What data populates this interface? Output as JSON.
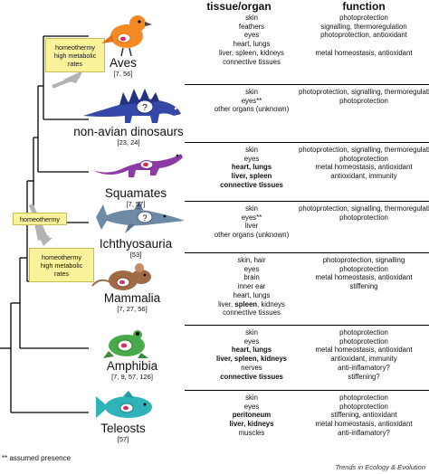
{
  "headers": {
    "tissue": "tissue/organ",
    "function": "function"
  },
  "boxes": {
    "box1": [
      "homeothermy",
      "high metabolic",
      "rates"
    ],
    "box2": [
      "homeothermy"
    ],
    "box3": [
      "homeothermy",
      "high metabolic",
      "rates"
    ]
  },
  "taxa": [
    {
      "name": "Aves",
      "ref": "[7, 56]"
    },
    {
      "name": "non-avian dinosaurs",
      "ref": "[23, 24]"
    },
    {
      "name": "Squamates",
      "ref": "[7, 57]"
    },
    {
      "name": "Ichthyosauria",
      "ref": "[53]"
    },
    {
      "name": "Mammalia",
      "ref": "[7, 27, 56]"
    },
    {
      "name": "Amphibia",
      "ref": "[7, 9, 57, 126]"
    },
    {
      "name": "Teleosts",
      "ref": "[57]"
    }
  ],
  "rows": [
    {
      "lines": [
        {
          "t": "skin",
          "f": "photoprotection"
        },
        {
          "t": "feathers",
          "f": "signalling, thermoregulation"
        },
        {
          "t": "eyes",
          "f": "photoprotection, antioxidant"
        },
        {
          "t": "heart, lungs",
          "f": ""
        },
        {
          "t": "liver, spleen, kidneys",
          "f": "metal homeostasis, antioxidant"
        },
        {
          "t": "connective tissues",
          "f": ""
        }
      ]
    },
    {
      "lines": [
        {
          "t": "skin",
          "f": "photoprotection, signalling, thermoregulation"
        },
        {
          "t": "eyes**",
          "f": "photoprotection"
        },
        {
          "t": "other organs (unknown)",
          "f": ""
        }
      ]
    },
    {
      "lines": [
        {
          "t": "skin",
          "f": "photoprotection, signalling, thermoregulation"
        },
        {
          "t": "eyes",
          "f": "photoprotection"
        },
        {
          "t": "heart, lungs",
          "f": "metal homeostasis, antioxidant",
          "bold": true
        },
        {
          "t": "liver, spleen",
          "f": "antioxidant, immunity",
          "bold": true
        },
        {
          "t": "connective tissues",
          "f": "",
          "bold": true
        }
      ]
    },
    {
      "lines": [
        {
          "t": "skin",
          "f": "photoprotection, signalling, thermoregulation"
        },
        {
          "t": "eyes**",
          "f": "photoprotection"
        },
        {
          "t": "liver",
          "f": ""
        },
        {
          "t": "other organs (unknown)",
          "f": ""
        }
      ]
    },
    {
      "lines": [
        {
          "t": "skin, hair",
          "f": "photoprotection, signalling"
        },
        {
          "t": "eyes",
          "f": "photoprotection"
        },
        {
          "t": "brain",
          "f": "metal homeostasis, antioxidant"
        },
        {
          "t": "inner ear",
          "f": "stiffening"
        },
        {
          "t": "heart, lungs",
          "f": ""
        },
        {
          "t": "liver, spleen, kidneys",
          "f": "",
          "boldWord": "spleen"
        },
        {
          "t": "connective tissues",
          "f": ""
        }
      ]
    },
    {
      "lines": [
        {
          "t": "skin",
          "f": "photoprotection"
        },
        {
          "t": "eyes",
          "f": "photoprotection"
        },
        {
          "t": "heart, lungs",
          "f": "metal homeostasis, antioxidant",
          "bold": true
        },
        {
          "t": "liver, spleen, kidneys",
          "f": "antioxidant, immunity",
          "bold": true
        },
        {
          "t": "nerves",
          "f": "anti-inflamatory?"
        },
        {
          "t": "connective tissues",
          "f": "stiffening?",
          "bold": true
        }
      ]
    },
    {
      "lines": [
        {
          "t": "skin",
          "f": "photoprotection"
        },
        {
          "t": "eyes",
          "f": "photoprotection"
        },
        {
          "t": "peritoneum",
          "f": "stiffening, antioxidant",
          "bold": true
        },
        {
          "t": "liver, kidneys",
          "f": "metal homeostasis, antioxidant",
          "bold": true
        },
        {
          "t": "muscles",
          "f": "anti-inflamatory?"
        }
      ]
    }
  ],
  "note": "** assumed presence",
  "credit": "Trends in Ecology & Evolution",
  "colors": {
    "aves": "#f58a23",
    "dinosaur": "#3548a8",
    "squamate": "#8c3aa6",
    "ichthyosaur": "#6f8aa6",
    "mammal": "#a06a45",
    "amphibian": "#47a94a",
    "teleost": "#2fb3b8",
    "box": "#fbf29c",
    "arrow": "#b3b3b3"
  },
  "icons": [
    "bird-icon",
    "dinosaur-icon",
    "lizard-icon",
    "ichthyosaur-icon",
    "mouse-icon",
    "frog-icon",
    "fish-icon"
  ]
}
